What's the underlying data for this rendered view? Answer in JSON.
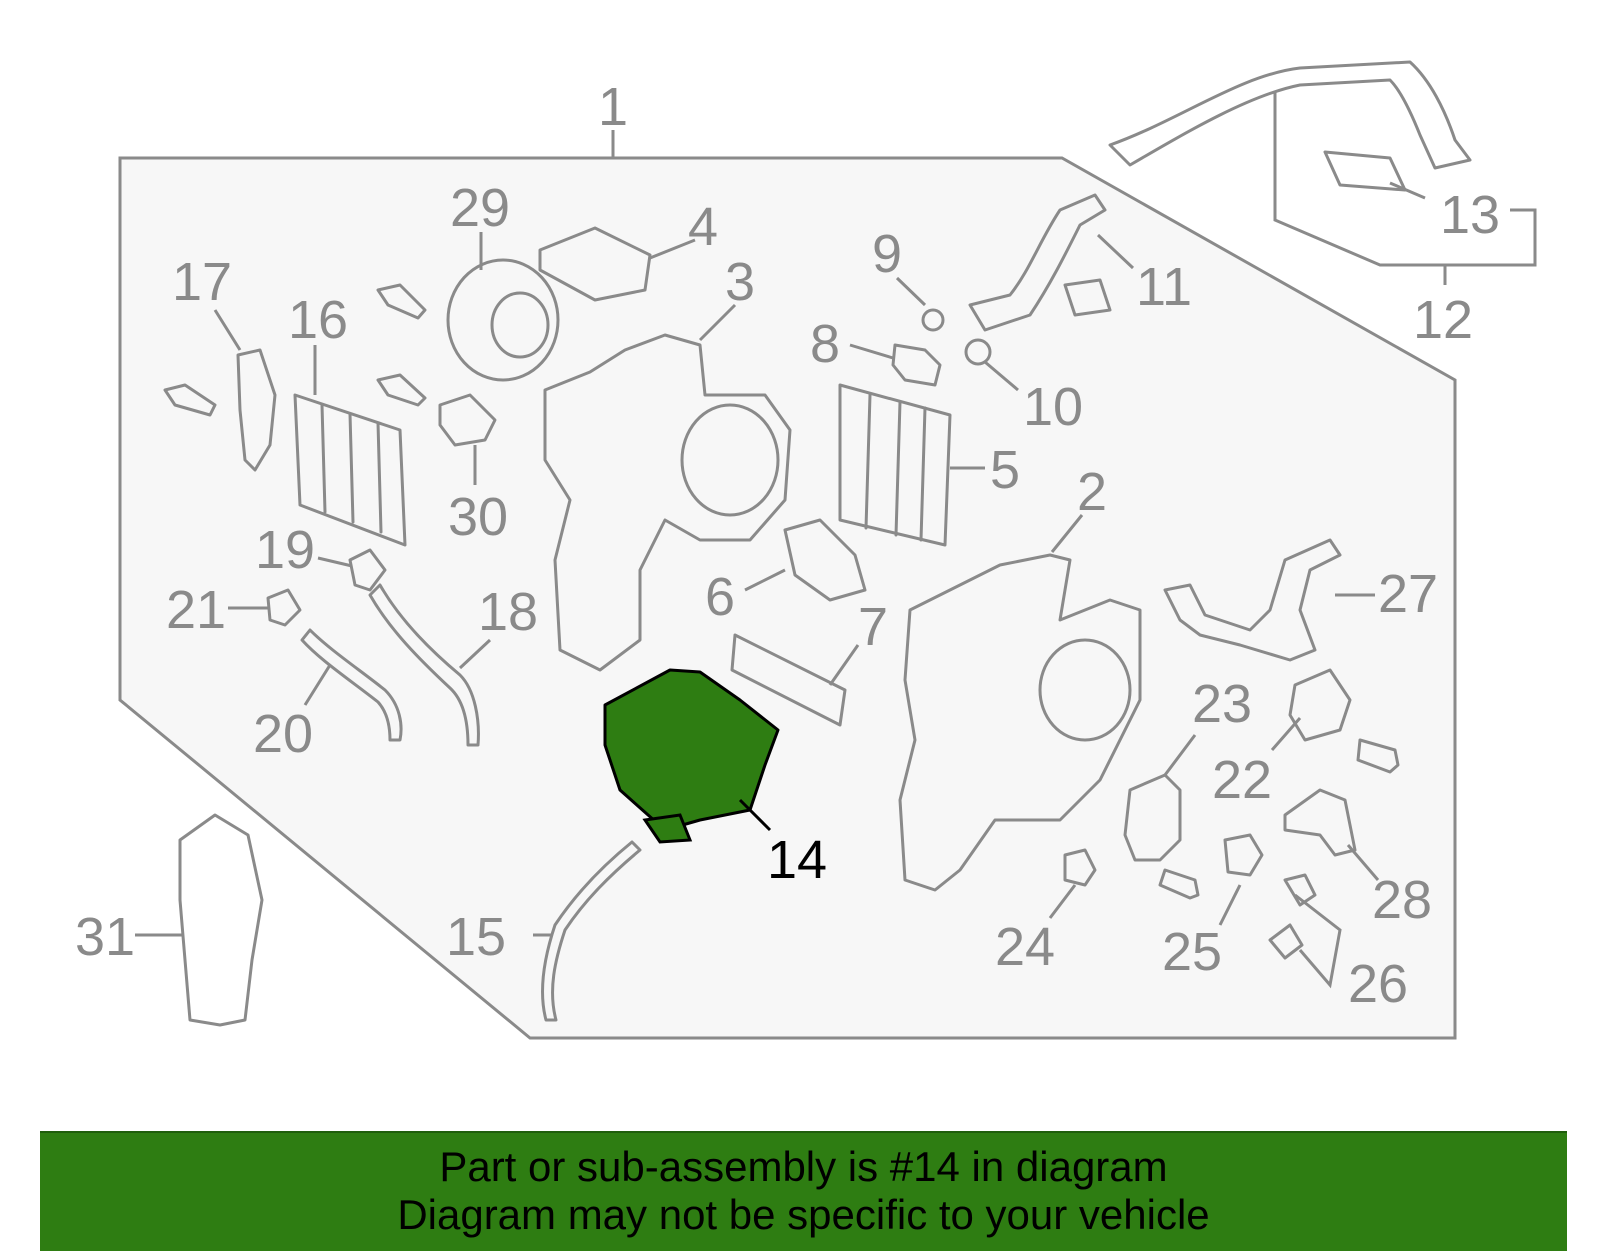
{
  "diagram": {
    "callouts": [
      "1",
      "2",
      "3",
      "4",
      "5",
      "6",
      "7",
      "8",
      "9",
      "10",
      "11",
      "12",
      "13",
      "14",
      "15",
      "16",
      "17",
      "18",
      "19",
      "20",
      "21",
      "22",
      "23",
      "24",
      "25",
      "26",
      "27",
      "28",
      "29",
      "30",
      "31"
    ],
    "highlighted_part": "14",
    "colors": {
      "highlight": "#2e7d12",
      "line": "#8a8a8a",
      "panel": "#f7f7f7"
    }
  },
  "banner": {
    "line1": "Part or sub-assembly is #14 in diagram",
    "line2": "Diagram may not be specific to your vehicle",
    "color": "#2e7d12"
  }
}
